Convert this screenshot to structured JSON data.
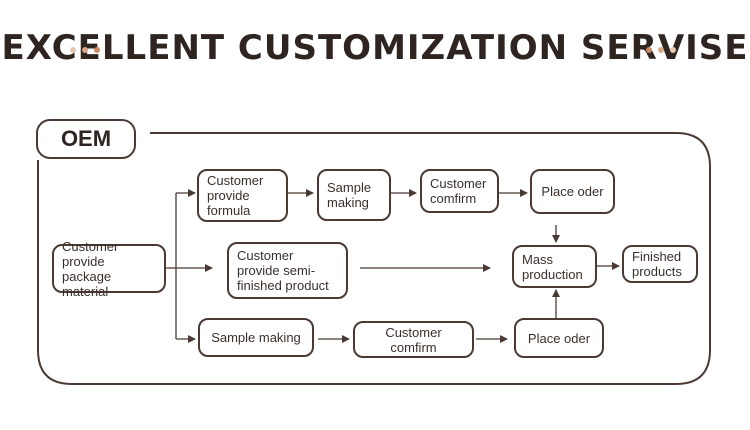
{
  "title": "EXCELLENT CUSTOMIZATION SERVISE",
  "colors": {
    "dot_light": "#e6c8b2",
    "dot_mid": "#d9a887",
    "dot_dark": "#c98a63",
    "line": "#4a3a33"
  },
  "section_label": "OEM",
  "boxes": {
    "package": "Customer provide package material",
    "formula": "Customer provide formula",
    "sample_top": "Sample making",
    "confirm_top": "Customer comfirm",
    "place_top": "Place oder",
    "semi": "Customer provide semi-finished product",
    "mass": "Mass production",
    "finished": "Finished products",
    "sample_bottom": "Sample making",
    "confirm_bottom": "Customer comfirm",
    "place_bottom": "Place oder"
  }
}
